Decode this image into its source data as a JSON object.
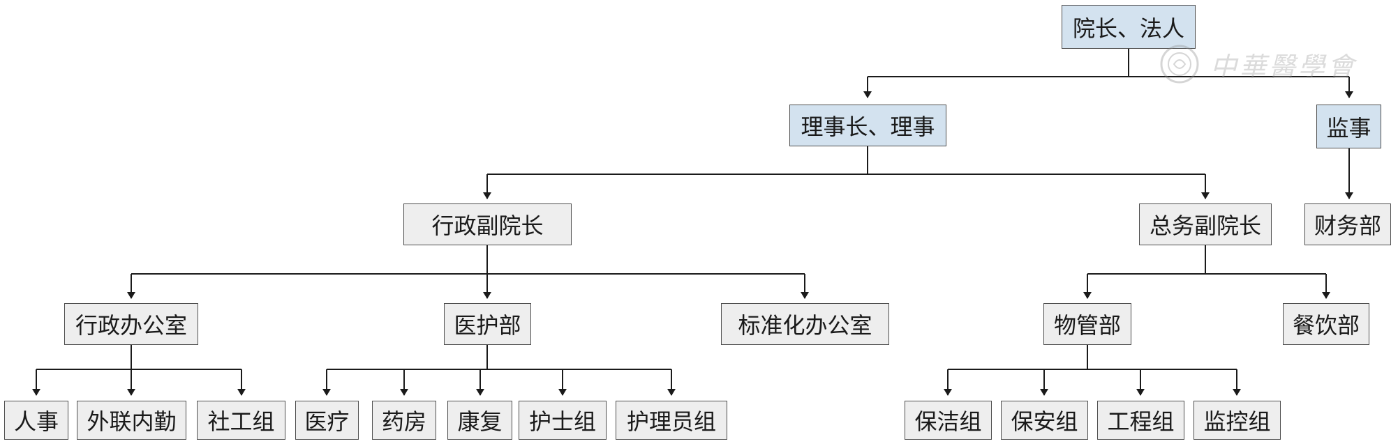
{
  "nodes": {
    "president": "院长、法人",
    "chairman": "理事长、理事",
    "supervisor": "监事",
    "admin_vp": "行政副院长",
    "general_vp": "总务副院长",
    "finance": "财务部",
    "admin_office": "行政办公室",
    "medical_nursing": "医护部",
    "standardization_office": "标准化办公室",
    "property": "物管部",
    "catering": "餐饮部",
    "hr": "人事",
    "external": "外联内勤",
    "social_work": "社工组",
    "medical": "医疗",
    "pharmacy": "药房",
    "rehab": "康复",
    "nurse_group": "护士组",
    "caregiver_group": "护理员组",
    "cleaning": "保洁组",
    "security": "保安组",
    "engineering": "工程组",
    "monitoring": "监控组"
  },
  "watermark": "中華醫學會",
  "colors": {
    "top_level_fill": "#d3e2ef",
    "node_fill": "#eeeeee",
    "line": "#1a1a1a"
  }
}
